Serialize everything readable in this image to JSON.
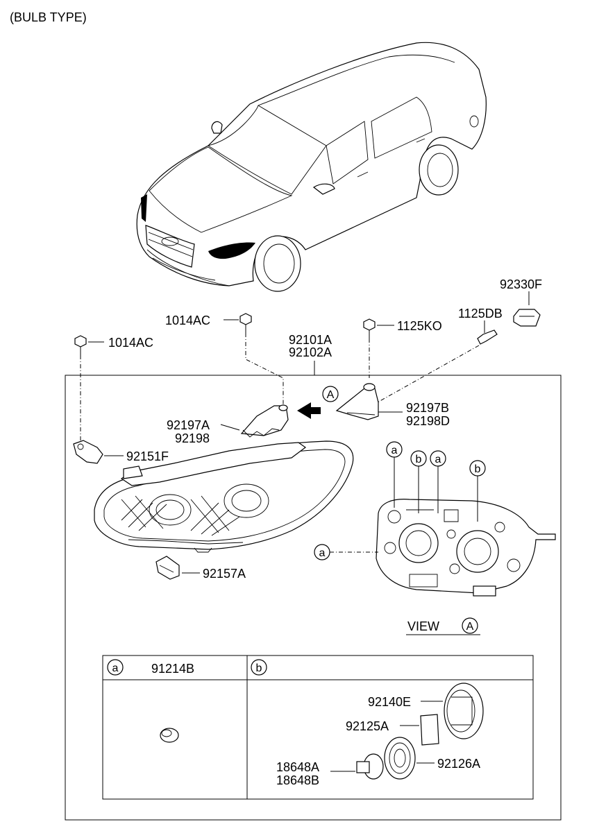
{
  "header": {
    "title": "(BULB TYPE)"
  },
  "labels": {
    "bolt_left": "1014AC",
    "bolt_center": "1014AC",
    "assembly_1": "92101A",
    "assembly_2": "92102A",
    "screw_right": "1125KO",
    "bolt_far_right": "1125DB",
    "socket_far_right": "92330F",
    "bracket_right_1": "92197B",
    "bracket_right_2": "92198D",
    "bracket_left_1": "92197A",
    "bracket_left_2": "92198",
    "clip_left": "92151F",
    "connector_bottom": "92157A",
    "view_label": "VIEW"
  },
  "callouts": {
    "view_ref": "A",
    "a": "a",
    "b": "b"
  },
  "legend_table": {
    "col_a_code": "a",
    "col_a_part": "91214B",
    "col_b_code": "b",
    "b_parts": {
      "cap": "92140E",
      "seal": "92125A",
      "bulb_1": "18648A",
      "bulb_2": "18648B",
      "holder": "92126A"
    }
  }
}
